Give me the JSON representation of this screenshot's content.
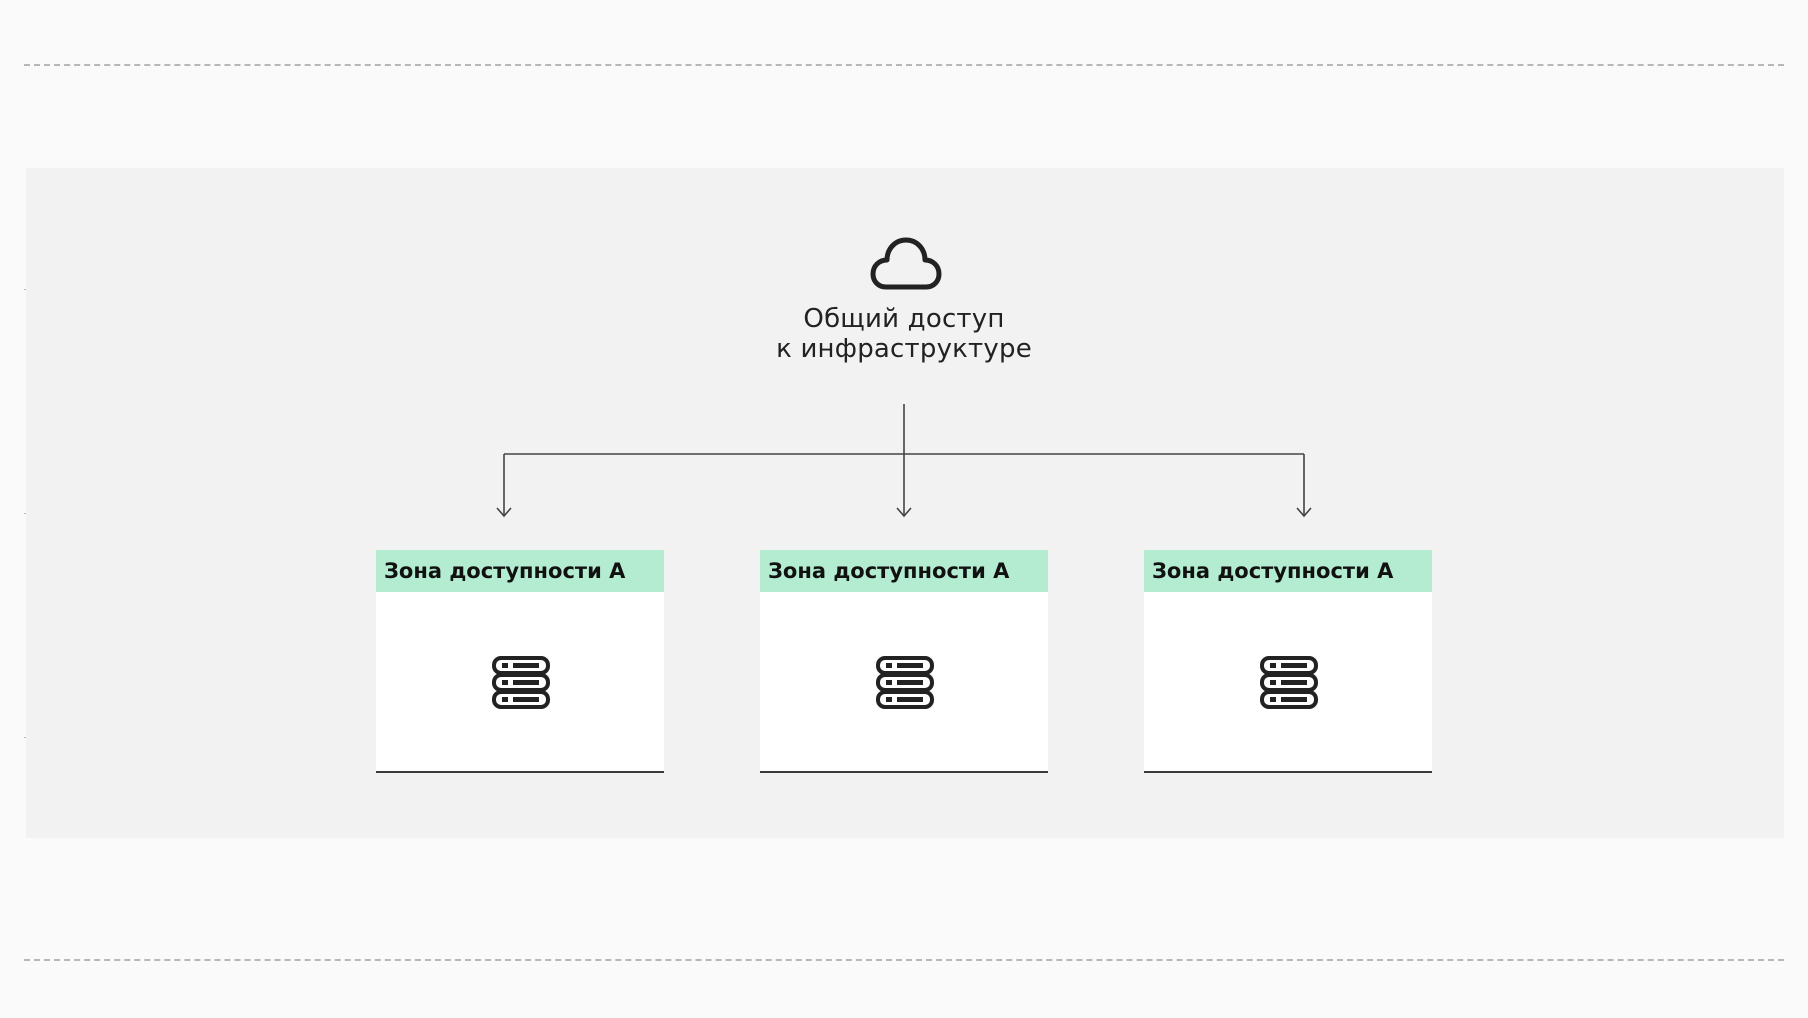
{
  "hub": {
    "icon": "cloud-icon",
    "label_line1": "Общий доступ",
    "label_line2": "к инфраструктуре"
  },
  "zones": [
    {
      "title": "Зона доступности А",
      "icon": "server-icon"
    },
    {
      "title": "Зона доступности А",
      "icon": "server-icon"
    },
    {
      "title": "Зона доступности А",
      "icon": "server-icon"
    }
  ],
  "colors": {
    "zone_header": "#b3ecd0",
    "panel": "#f2f2f2",
    "background": "#fafafa",
    "line": "#444444"
  }
}
